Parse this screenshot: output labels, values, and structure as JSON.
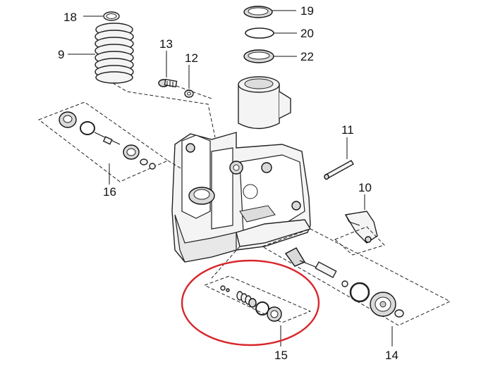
{
  "diagram": {
    "callouts": [
      {
        "id": "18",
        "label": "18"
      },
      {
        "id": "9",
        "label": "9"
      },
      {
        "id": "13",
        "label": "13"
      },
      {
        "id": "12",
        "label": "12"
      },
      {
        "id": "19",
        "label": "19"
      },
      {
        "id": "20",
        "label": "20"
      },
      {
        "id": "22",
        "label": "22"
      },
      {
        "id": "11",
        "label": "11"
      },
      {
        "id": "16",
        "label": "16"
      },
      {
        "id": "10",
        "label": "10"
      },
      {
        "id": "15",
        "label": "15"
      },
      {
        "id": "14",
        "label": "14"
      }
    ],
    "highlight_color": "#d8262b"
  }
}
